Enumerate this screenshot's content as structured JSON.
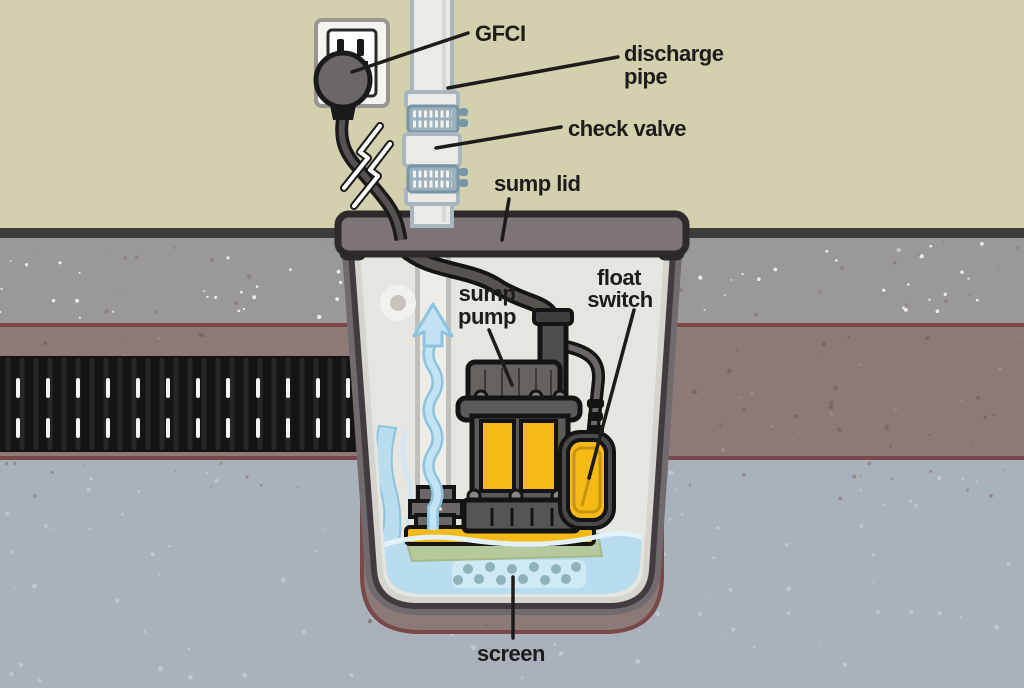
{
  "diagram": {
    "title": "sump pump system cutaway",
    "labels": {
      "gfci": "GFCI",
      "discharge_line1": "discharge",
      "discharge_line2": "pipe",
      "check_valve": "check valve",
      "sump_lid": "sump lid",
      "sump_pump_line1": "sump",
      "sump_pump_line2": "pump",
      "float_switch_line1": "float",
      "float_switch_line2": "switch",
      "screen": "screen"
    },
    "colors": {
      "wall_beige": "#d3d0ad",
      "concrete_gray": "#9b989a",
      "soil_brown": "#8c7a78",
      "soil_bluegray": "#a9b1ba",
      "strata_line_maroon": "#7a4848",
      "basin_interior": "#e7e5df",
      "basin_wall_dark": "#403c3f",
      "lid_gray": "#7d7478",
      "pipe_white": "#eceae5",
      "pipe_edge_bluegray": "#a9b6bf",
      "clamp_bluegray": "#9db1bd",
      "pump_gray": "#5d5a5b",
      "pump_yellow": "#f6ba17",
      "water_blue": "#b9ddef",
      "arrow_blue": "#c3e2f4",
      "screen_panel_blue": "#cfe9f5",
      "screen_dots": "#8fb2bc",
      "plate_green": "#b6c99c",
      "drainpipe_black": "#141414",
      "label_ink": "#1d1c1a"
    }
  }
}
